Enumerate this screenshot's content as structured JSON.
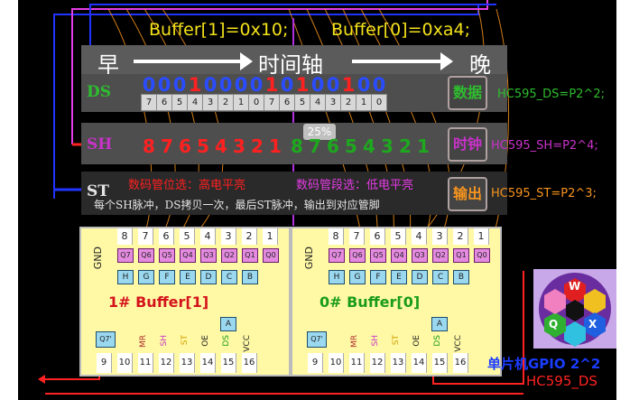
{
  "buffer1_title": "Buffer[1]=0x10;",
  "buffer0_title": "Buffer[0]=0xa4;",
  "timeline": {
    "early": "早",
    "axis": "时间轴",
    "late": "晚"
  },
  "rows": {
    "ds": {
      "label": "DS",
      "badge": "数据",
      "code": "HC595_DS=P2^2;"
    },
    "sh": {
      "label": "SH",
      "badge": "时钟",
      "code": "HC595_SH=P2^4;"
    },
    "st": {
      "label": "ST",
      "badge": "输出",
      "code": "HC595_ST=P2^3;"
    }
  },
  "ds_bits": [
    "0",
    "0",
    "0",
    "1",
    "0",
    "0",
    "0",
    "0",
    "1",
    "0",
    "1",
    "0",
    "0",
    "1",
    "0",
    "0"
  ],
  "ds_bit_colors": [
    "blue",
    "blue",
    "blue",
    "red",
    "blue",
    "blue",
    "blue",
    "blue",
    "red",
    "blue",
    "red",
    "blue",
    "blue",
    "red",
    "blue",
    "blue"
  ],
  "bit_indices": [
    "7",
    "6",
    "5",
    "4",
    "3",
    "2",
    "1",
    "0",
    "7",
    "6",
    "5",
    "4",
    "3",
    "2",
    "1",
    "0"
  ],
  "sh_pulses_red": [
    "8",
    "7",
    "6",
    "5",
    "4",
    "3",
    "2",
    "1"
  ],
  "sh_pulses_green": [
    "8",
    "7",
    "6",
    "5",
    "4",
    "3",
    "2",
    "1"
  ],
  "progress_badge": "25%",
  "notes": {
    "digit_select": "数码管位选：高电平亮",
    "segment_select": "数码管段选：低电平亮",
    "summary": "每个SH脉冲，DS拷贝一次，最后ST脉冲，输出到对应管脚"
  },
  "chips": [
    {
      "title": "1# Buffer[1]",
      "gnd": "GND",
      "top_pins": [
        "8",
        "7",
        "6",
        "5",
        "4",
        "3",
        "2",
        "1"
      ],
      "q_cells": [
        "Q7",
        "Q6",
        "Q5",
        "Q4",
        "Q3",
        "Q2",
        "Q1",
        "Q0"
      ],
      "reg_cells": [
        "H",
        "G",
        "F",
        "E",
        "D",
        "C",
        "B"
      ],
      "a_cell": "A",
      "q7s": "Q7'",
      "sig_labels": [
        "MR",
        "SH",
        "ST",
        "OE",
        "DS",
        "VCC"
      ],
      "bottom_pins": [
        "9",
        "10",
        "11",
        "12",
        "13",
        "14",
        "15",
        "16"
      ]
    },
    {
      "title": "0# Buffer[0]",
      "gnd": "GND",
      "top_pins": [
        "8",
        "7",
        "6",
        "5",
        "4",
        "3",
        "2",
        "1"
      ],
      "q_cells": [
        "Q7",
        "Q6",
        "Q5",
        "Q4",
        "Q3",
        "Q2",
        "Q1",
        "Q0"
      ],
      "reg_cells": [
        "H",
        "G",
        "F",
        "E",
        "D",
        "C",
        "B"
      ],
      "a_cell": "A",
      "q7s": "Q7'",
      "sig_labels": [
        "MR",
        "SH",
        "ST",
        "OE",
        "DS",
        "VCC"
      ],
      "bottom_pins": [
        "9",
        "10",
        "11",
        "12",
        "13",
        "14",
        "15",
        "16"
      ]
    }
  ],
  "logo": {
    "letters": [
      "W",
      "Q",
      "X"
    ]
  },
  "mcu_label": "单片机GPIO 2^2",
  "bottom_label": "HC595_DS",
  "colors": {
    "ds": "#2ebd2e",
    "sh": "#c832c8",
    "st": "#e5e5e5",
    "code": "#f7941d",
    "chip_title": "#d4141c",
    "chip_title0": "#1a9c1a"
  }
}
